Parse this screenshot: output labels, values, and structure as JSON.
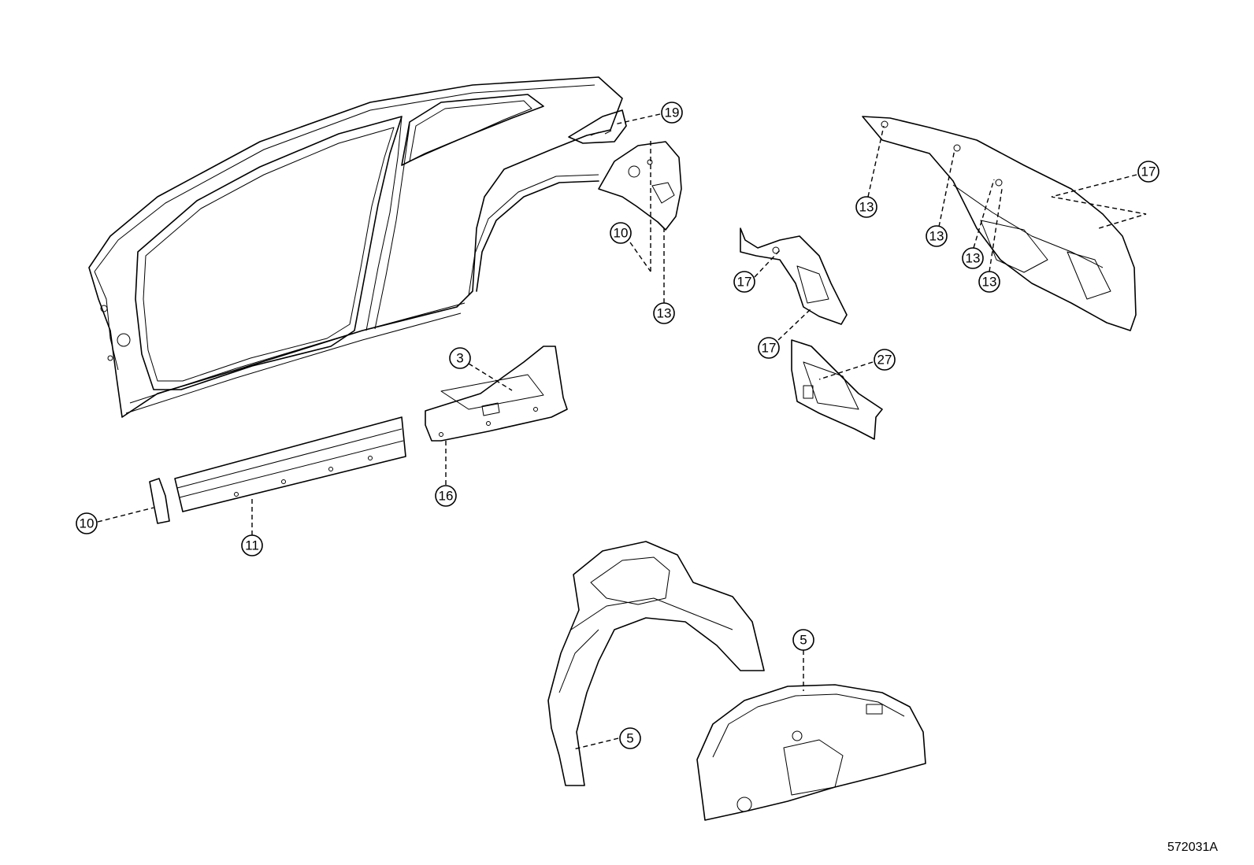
{
  "callouts": [
    {
      "id": "c19",
      "label": "19"
    },
    {
      "id": "c10a",
      "label": "10"
    },
    {
      "id": "c13a",
      "label": "13"
    },
    {
      "id": "c13b",
      "label": "13"
    },
    {
      "id": "c13c",
      "label": "13"
    },
    {
      "id": "c13d",
      "label": "13"
    },
    {
      "id": "c13e",
      "label": "13"
    },
    {
      "id": "c17a",
      "label": "17"
    },
    {
      "id": "c17b",
      "label": "17"
    },
    {
      "id": "c17c",
      "label": "17"
    },
    {
      "id": "c27",
      "label": "27"
    },
    {
      "id": "c3",
      "label": "3"
    },
    {
      "id": "c16",
      "label": "16"
    },
    {
      "id": "c10b",
      "label": "10"
    },
    {
      "id": "c11",
      "label": "11"
    },
    {
      "id": "c5a",
      "label": "5"
    },
    {
      "id": "c5b",
      "label": "5"
    }
  ],
  "reference_code": "572031A"
}
